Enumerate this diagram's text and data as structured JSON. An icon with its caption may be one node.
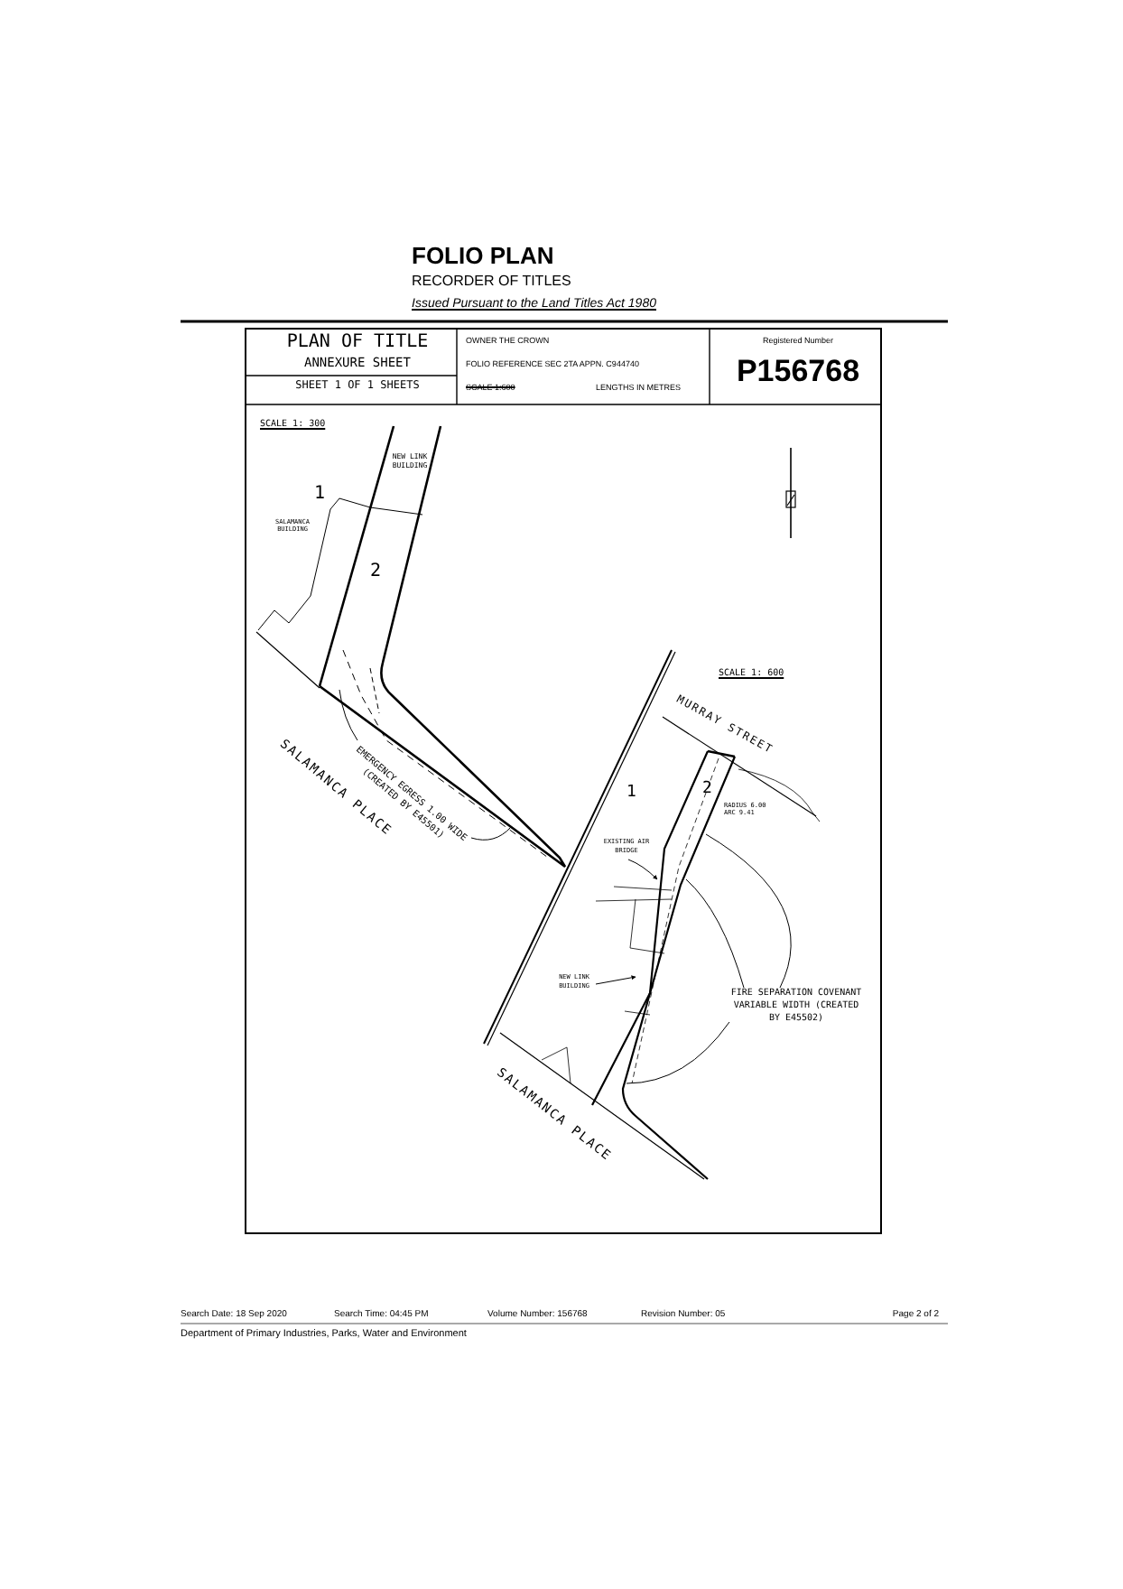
{
  "diagram": {
    "nodes": [
      {
        "text": [
          "EMERGENCY EGRESS 1.00 WIDE (CREATED BY E45501)"
        ]
      },
      {
        "text": [
          "EXISTING AIR BRIDGE"
        ]
      },
      {
        "text": [
          "NEW LINK BUILDING"
        ]
      },
      {
        "text": [
          "FIRE SEPARATION COVENANT VARIABLE WIDTH (CREATED BY E45502)"
        ]
      }
    ],
    "edges": [
      {
        "from": 0,
        "to": null,
        "arrow": "none"
      },
      {
        "from": 0,
        "to": null,
        "arrow": "none"
      },
      {
        "from": 1,
        "to": null,
        "arrow": "to"
      },
      {
        "from": 2,
        "to": null,
        "arrow": "to"
      },
      {
        "from": 3,
        "to": null,
        "arrow": "none"
      },
      {
        "from": 3,
        "to": null,
        "arrow": "none"
      },
      {
        "from": 3,
        "to": null,
        "arrow": "none"
      }
    ],
    "labels": [
      "FOLIO PLAN",
      "RECORDER OF TITLES",
      "Issued Pursuant to the Land Titles Act 1980",
      "PLAN OF TITLE",
      "ANNEXURE SHEET",
      "SHEET 1 OF 1 SHEETS",
      "OWNER THE CROWN",
      "FOLIO REFERENCE SEC 2TA APPN. C944740",
      "SCALE 1:600",
      "LENGTHS IN METRES",
      "Registered Number",
      "P156768",
      "SCALE 1: 300",
      "1",
      "SALAMANCA BUILDING",
      "NEW LINK BUILDING",
      "2",
      "SALAMANCA PLACE",
      "SCALE 1: 600",
      "MURRAY STREET",
      "1",
      "2",
      "RADIUS 6.00 ARC 9.41",
      "SALAMANCA PLACE",
      "Search Date: 18 Sep 2020",
      "Search Time: 04:45 PM",
      "Volume Number: 156768",
      "Revision Number: 05",
      "Page 2 of 2",
      "Department of Primary Industries, Parks, Water and Environment"
    ]
  }
}
